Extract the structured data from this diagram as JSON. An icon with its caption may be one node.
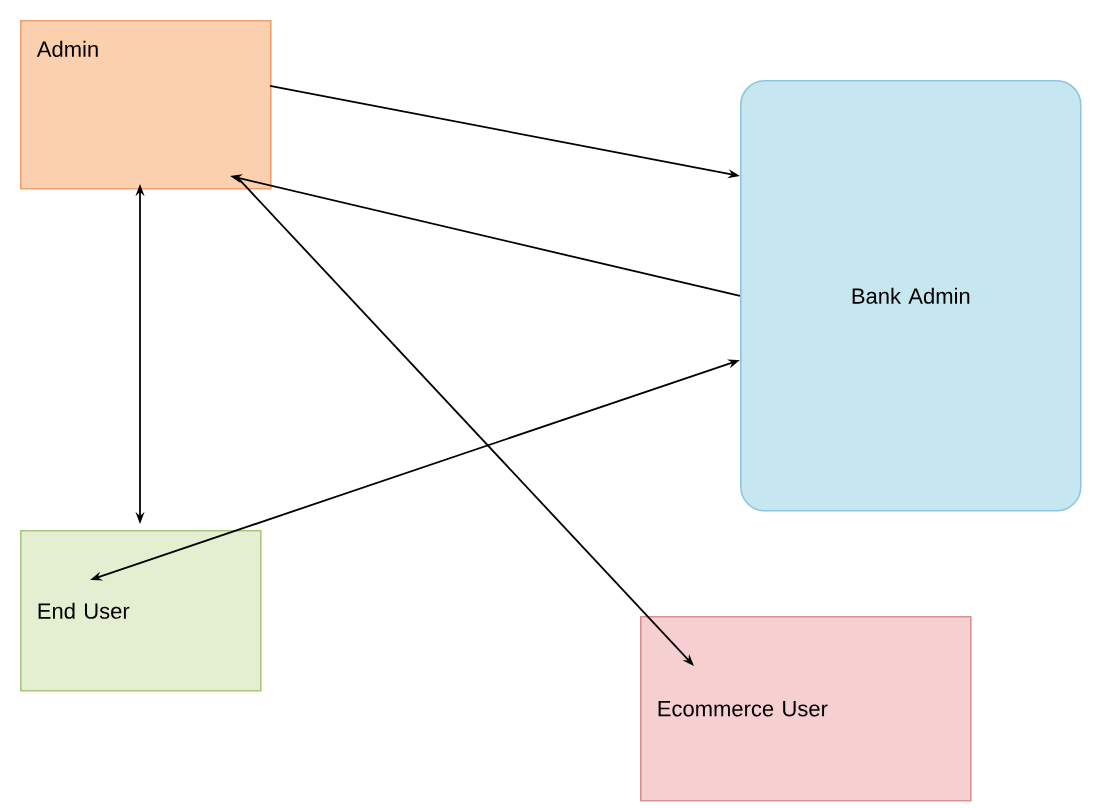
{
  "diagram": {
    "nodes": [
      {
        "text": [
          "Admin"
        ]
      },
      {
        "text": [
          "Bank Admin"
        ]
      },
      {
        "text": [
          "End User"
        ]
      },
      {
        "text": [
          "Ecommerce User"
        ]
      }
    ],
    "edges": [
      {
        "from": 0,
        "to": 1,
        "arrow": "to"
      },
      {
        "from": 1,
        "to": 0,
        "arrow": "to"
      },
      {
        "from": 0,
        "to": 2,
        "arrow": "both"
      },
      {
        "from": 2,
        "to": 1,
        "arrow": "both"
      },
      {
        "from": 0,
        "to": 3,
        "arrow": "to"
      }
    ]
  }
}
